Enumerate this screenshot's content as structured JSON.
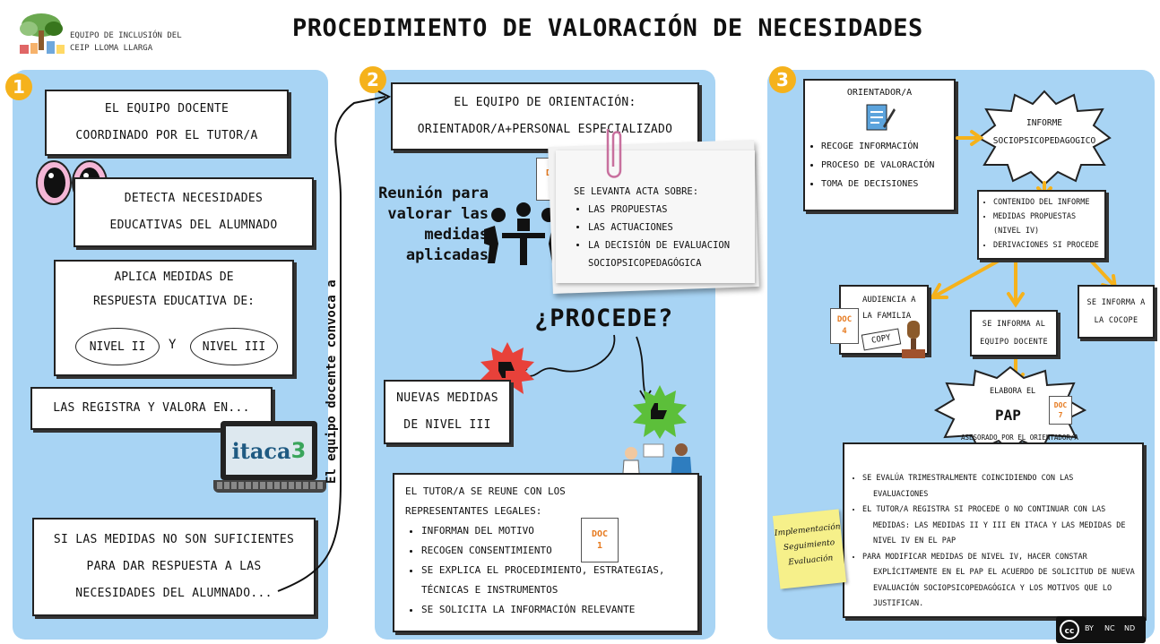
{
  "header": {
    "title": "PROCEDIMIENTO DE VALORACIÓN DE NECESIDADES",
    "logo_line1": "EQUIPO DE INCLUSIÓN DEL",
    "logo_line2": "CEIP LLOMA LLARGA"
  },
  "panel1": {
    "number": "1",
    "box1_l1": "EL EQUIPO DOCENTE",
    "box1_l2": "COORDINADO POR EL TUTOR/A",
    "box2_l1": "DETECTA NECESIDADES",
    "box2_l2": "EDUCATIVAS DEL ALUMNADO",
    "box3_l1": "APLICA MEDIDAS DE",
    "box3_l2": "RESPUESTA EDUCATIVA DE:",
    "level2": "NIVEL II",
    "and": "Y",
    "level3": "NIVEL III",
    "box4": "LAS REGISTRA Y VALORA EN...",
    "itaca_prefix": "i",
    "itaca": "taca",
    "itaca_suffix": "3",
    "box5_l1": "SI LAS MEDIDAS NO SON SUFICIENTES",
    "box5_l2": "PARA DAR RESPUESTA  A LAS",
    "box5_l3": "NECESIDADES DEL ALUMNADO..."
  },
  "connector_text": "El equipo docente convoca a",
  "panel2": {
    "number": "2",
    "team_l1": "EL EQUIPO DE ORIENTACIÓN:",
    "team_l2": "ORIENTADOR/A+PERSONAL ESPECIALIZADO",
    "doc2_l1": "DOC",
    "doc2_l2": "2",
    "meeting_l1": "Reunión para",
    "meeting_l2": "valorar las",
    "meeting_l3": "medidas",
    "meeting_l4": "aplicadas",
    "acta_title": "SE LEVANTA ACTA SOBRE:",
    "acta_items": [
      "LAS PROPUESTAS",
      "LAS ACTUACIONES",
      "LA DECISIÓN DE EVALUACION"
    ],
    "acta_last": "SOCIOPSICOPEDAGÓGICA",
    "procede": "¿PROCEDE?",
    "new_l1": "NUEVAS MEDIDAS",
    "new_l2": "DE NIVEL III",
    "tutor_l1": "EL TUTOR/A SE REUNE CON LOS",
    "tutor_l2": "REPRESENTANTES LEGALES:",
    "tutor_items": [
      "INFORMAN DEL MOTIVO",
      "RECOGEN CONSENTIMIENTO",
      "SE EXPLICA EL PROCEDIMIENTO, ESTRATEGIAS,"
    ],
    "tutor_cont": "TÉCNICAS E INSTRUMENTOS",
    "tutor_last": "SE SOLICITA LA INFORMACIÓN RELEVANTE",
    "doc1_l1": "DOC",
    "doc1_l2": "1"
  },
  "panel3": {
    "number": "3",
    "orient_title": "ORIENTADOR/A",
    "orient_items": [
      "RECOGE INFORMACIÓN",
      "PROCESO DE VALORACIÓN",
      "TOMA DE DECISIONES"
    ],
    "informe_l1": "INFORME",
    "informe_l2": "SOCIOPSICOPEDAGOGICO",
    "content_items": [
      "CONTENIDO DEL INFORME",
      "MEDIDAS PROPUESTAS"
    ],
    "content_level": "(NIVEL IV)",
    "content_last": "DERIVACIONES SI PROCEDE",
    "family_l1": "AUDIENCIA A",
    "family_l2": "LA FAMILIA",
    "doc4_l1": "DOC",
    "doc4_l2": "4",
    "copy": "COPY",
    "cocope_l1": "SE INFORMA A",
    "cocope_l2": "LA COCOPE",
    "docente_l1": "SE INFORMA AL",
    "docente_l2": "EQUIPO DOCENTE",
    "elabora": "ELABORA EL",
    "pap": "PAP",
    "doc7_l1": "DOC",
    "doc7_l2": "7",
    "asesorado": "ASESORADO POR EL ORIENTADOR/A",
    "impl_l1": "Implementación",
    "impl_l2": "Seguimiento",
    "impl_l3": "Evaluación",
    "final_items": [
      "SE EVALÚA TRIMESTRALMENTE  COINCIDIENDO CON LAS",
      "EL TUTOR/A REGISTRA SI PROCEDE O NO CONTINUAR CON LAS",
      "PARA MODIFICAR MEDIDAS DE NIVEL IV, HACER CONSTAR"
    ],
    "final_cont": [
      "EVALUACIONES",
      "MEDIDAS: LAS MEDIDAS II Y III EN ITACA Y LAS MEDIDAS DE",
      "NIVEL IV EN EL PAP",
      "EXPLÍCITAMENTE EN EL PAP EL ACUERDO DE SOLICITUD DE NUEVA",
      "EVALUACIÓN SOCIOPSICOPEDAGÓGICA Y LOS MOTIVOS QUE LO",
      "JUSTIFICAN."
    ],
    "cc": "cc",
    "cc_labels": [
      "BY",
      "NC",
      "ND"
    ]
  },
  "colors": {
    "panel_bg": "#a8d4f4",
    "badge": "#f5b21c",
    "arrow": "#f5b21c",
    "doc_orange": "#e67a1f",
    "thumb_down": "#e8413a",
    "thumb_up": "#5cbf3a"
  }
}
